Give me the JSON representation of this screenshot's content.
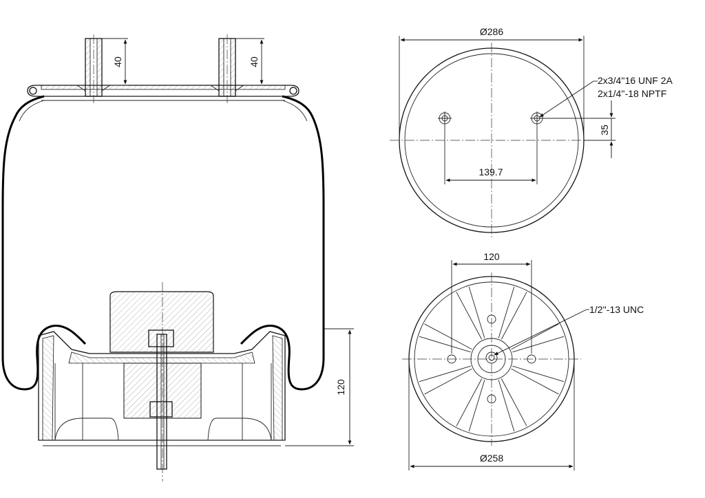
{
  "dimensions": {
    "stud_height_left": "40",
    "stud_height_right": "40",
    "piston_height": "120",
    "top_plate_diameter": "Ø286",
    "stud_offset": "35",
    "stud_spacing": "139.7",
    "piston_bolt_spacing": "120",
    "piston_diameter": "Ø258"
  },
  "notes": {
    "top_thread_line1": "2x3/4''16 UNF 2A",
    "top_thread_line2": "2x1/4''-18 NPTF",
    "bottom_thread": "1/2''-13 UNC"
  },
  "colors": {
    "line": "#111111",
    "background": "#ffffff"
  }
}
